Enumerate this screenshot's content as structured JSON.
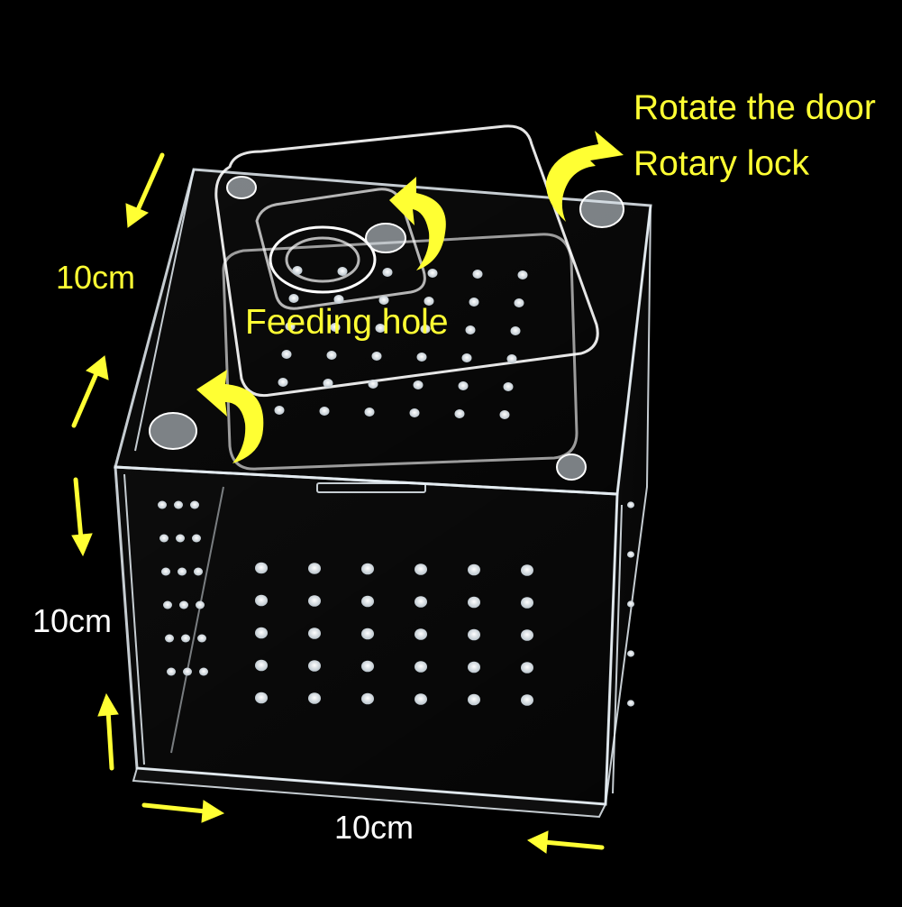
{
  "colors": {
    "background": "#000000",
    "annotation_yellow": "#ffff33",
    "label_white": "#ffffff",
    "acrylic_edge": "#e8f0f6"
  },
  "labels": {
    "rotate_door": "Rotate the door",
    "rotary_lock": "Rotary lock",
    "feeding_hole": "Feeding hole",
    "dim_depth": "10cm",
    "dim_height": "10cm",
    "dim_width": "10cm"
  },
  "icons": [
    "arrow-icon",
    "curved-arrow-icon"
  ]
}
